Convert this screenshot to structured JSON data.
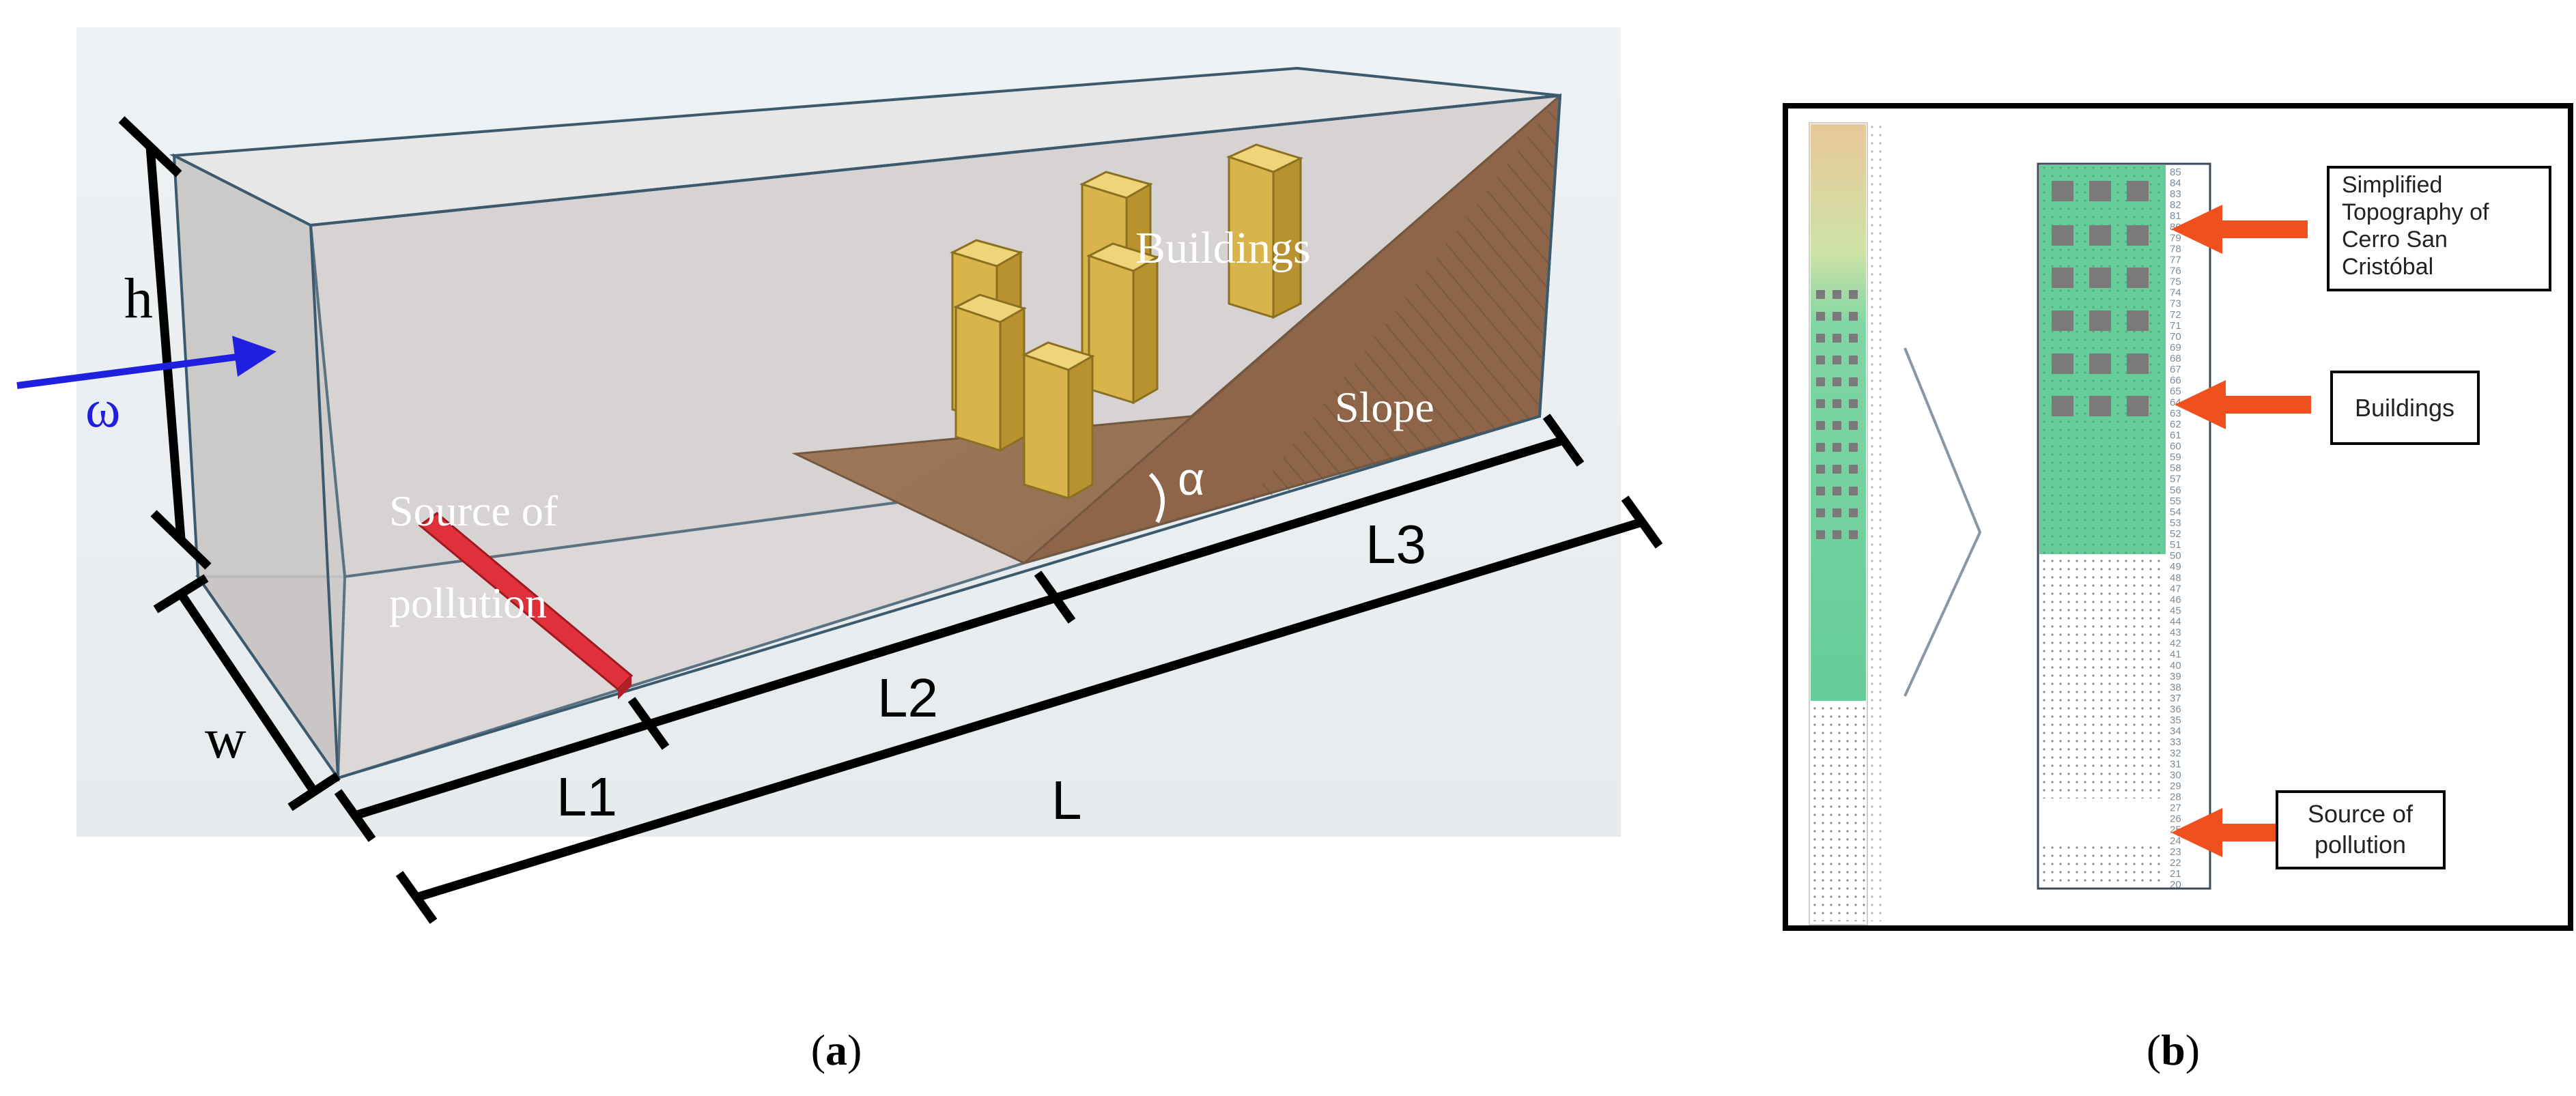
{
  "panel_a": {
    "dim_h": "h",
    "dim_w": "w",
    "wind": "ω",
    "dim_L1": "L1",
    "dim_L2": "L2",
    "dim_L3": "L3",
    "dim_L": "L",
    "angle": "α",
    "buildings": "Buildings",
    "slope": "Slope",
    "source_line1": "Source of",
    "source_line2": "pollution",
    "colors": {
      "wind_arrow": "#1f1fe0",
      "slope": "#8a5a35",
      "source": "#e0303c",
      "building": "#d9b44a"
    }
  },
  "panel_b": {
    "callout_topography": [
      "Simplified",
      "Topography of",
      "Cerro San",
      "Cristóbal"
    ],
    "callout_buildings": "Buildings",
    "callout_source": [
      "Source of",
      "pollution"
    ],
    "row_numbers": [
      "85",
      "84",
      "83",
      "82",
      "81",
      "80",
      "79",
      "78",
      "77",
      "76",
      "75",
      "74",
      "73",
      "72",
      "71",
      "70",
      "69",
      "68",
      "67",
      "66",
      "65",
      "64",
      "63",
      "62",
      "61",
      "60",
      "59",
      "58",
      "57",
      "56",
      "55",
      "54",
      "53",
      "52",
      "51",
      "50",
      "49",
      "48",
      "47",
      "46",
      "45",
      "44",
      "43",
      "42",
      "41",
      "40",
      "39",
      "38",
      "37",
      "36",
      "35",
      "34",
      "33",
      "32",
      "31",
      "30",
      "29",
      "28",
      "27",
      "26",
      "25",
      "24",
      "23",
      "22",
      "21",
      "20"
    ],
    "colors": {
      "arrow": "#f0501e",
      "topography": "#66cc99",
      "building": "#7a7a7a"
    }
  },
  "captions": {
    "a_open": "(",
    "a_letter": "a",
    "a_close": ")",
    "b_open": "(",
    "b_letter": "b",
    "b_close": ")"
  }
}
